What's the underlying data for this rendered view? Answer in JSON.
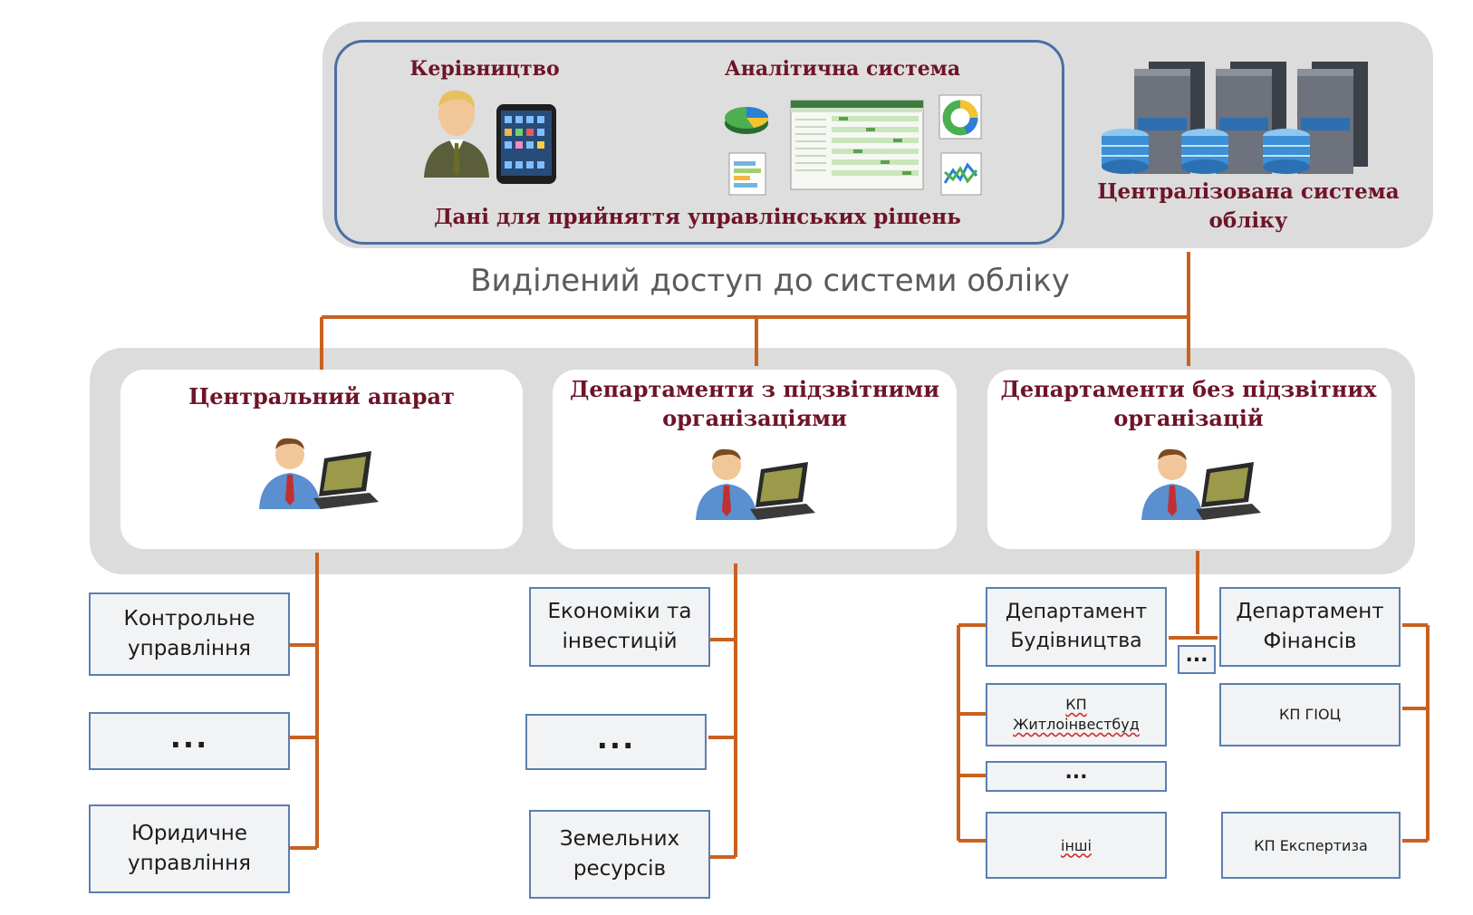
{
  "top": {
    "leadership": "Керівництво",
    "analytics": "Аналітична система",
    "decision_data": "Дані для прийняття управлінських рішень",
    "central_system": "Централізована система обліку"
  },
  "access_label": "Виділений доступ до системи обліку",
  "departments": {
    "central": "Центральний апарат",
    "with_subs": "Департаменти з підзвітними організаціями",
    "without_subs": "Департаменти без підзвітних організацій"
  },
  "col1": {
    "control": "Контрольне управління",
    "dots": "...",
    "legal": "Юридичне управління"
  },
  "col2": {
    "economy": "Економіки та інвестицій",
    "dots": "...",
    "land": "Земельних ресурсів"
  },
  "col3": {
    "construction": "Департамент Будівництва",
    "finance": "Департамент Фінансів",
    "between_dots": "...",
    "kp_housing": "КП Житлоінвестбуд",
    "kp_gioc": "КП ГІОЦ",
    "dots": "...",
    "others": "інші",
    "kp_expert": "КП Експертиза"
  },
  "colors": {
    "connector": "#c8611f",
    "title": "#6e1428",
    "panel": "#dcdcdc",
    "box_border": "#5b7fae"
  }
}
